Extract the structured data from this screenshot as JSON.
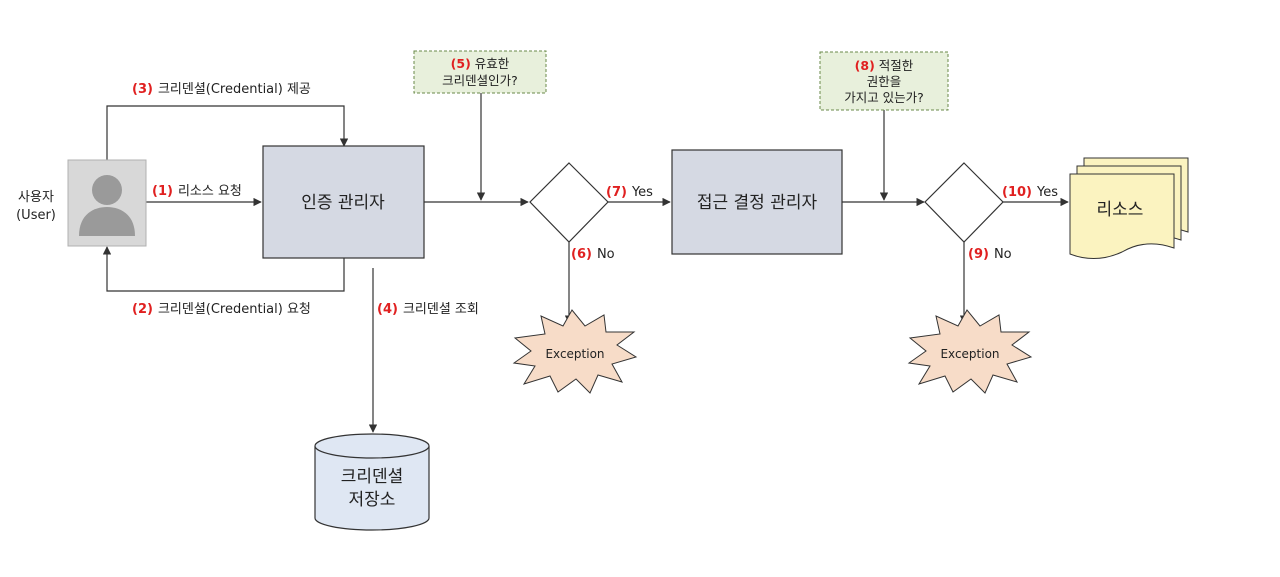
{
  "colors": {
    "process_fill": "#d5d9e3",
    "process_stroke": "#333333",
    "note_fill": "#e8f0dc",
    "note_stroke": "#6a8a4a",
    "exception_fill": "#f7dcc8",
    "resource_fill": "#fbf3c0",
    "db_fill": "#dfe7f3",
    "line": "#333333",
    "step_number": "#e02020",
    "user_bg": "#d8d8d8",
    "user_figure": "#9a9a9a"
  },
  "user": {
    "icon": "user-avatar-icon",
    "label_line1": "사용자",
    "label_line2": "(User)"
  },
  "boxes": {
    "auth_manager": "인증 관리자",
    "access_manager": "접근 결정 관리자",
    "resource": "리소스",
    "credential_store_line1": "크리덴셜",
    "credential_store_line2": "저장소"
  },
  "steps": {
    "s1": {
      "num": "(1)",
      "text": "리소스 요청"
    },
    "s2": {
      "num": "(2)",
      "text": "크리덴셜(Credential) 요청"
    },
    "s3": {
      "num": "(3)",
      "text": "크리덴셜(Credential) 제공"
    },
    "s4": {
      "num": "(4)",
      "text": "크리덴셜 조회"
    },
    "s5": {
      "num": "(5)",
      "text_line1": "유효한",
      "text_line2": "크리덴셜인가?"
    },
    "s6": {
      "num": "(6)",
      "text": "No"
    },
    "s7": {
      "num": "(7)",
      "text": "Yes"
    },
    "s8": {
      "num": "(8)",
      "text_line1": "적절한",
      "text_line2": "권한을",
      "text_line3": "가지고 있는가?"
    },
    "s9": {
      "num": "(9)",
      "text": "No"
    },
    "s10": {
      "num": "(10)",
      "text": "Yes"
    }
  },
  "exceptions": {
    "e1": "Exception",
    "e2": "Exception"
  }
}
